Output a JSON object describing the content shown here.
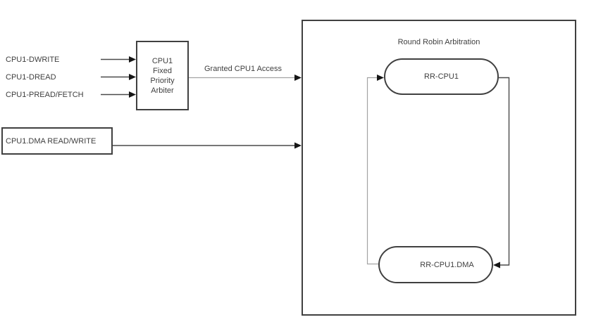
{
  "diagram": {
    "colors": {
      "background": "#ffffff",
      "border_dark": "#404040",
      "line_dark": "#4a4a4a",
      "line_gray": "#a3a3a3",
      "arrowhead": "#161616",
      "text": "#3f3f3f"
    },
    "input_signals": [
      {
        "label": "CPU1-DWRITE"
      },
      {
        "label": "CPU1-DREAD"
      },
      {
        "label": "CPU1-PREAD/FETCH"
      }
    ],
    "dma_input": {
      "label": "CPU1.DMA READ/WRITE"
    },
    "arbiter": {
      "lines": [
        "CPU1",
        "Fixed",
        "Priority",
        "Arbiter"
      ]
    },
    "granted_arrow_label": "Granted CPU1 Access",
    "round_robin": {
      "title": "Round Robin Arbitration",
      "nodes": [
        {
          "label": "RR-CPU1"
        },
        {
          "label": "RR-CPU1.DMA"
        }
      ]
    }
  }
}
